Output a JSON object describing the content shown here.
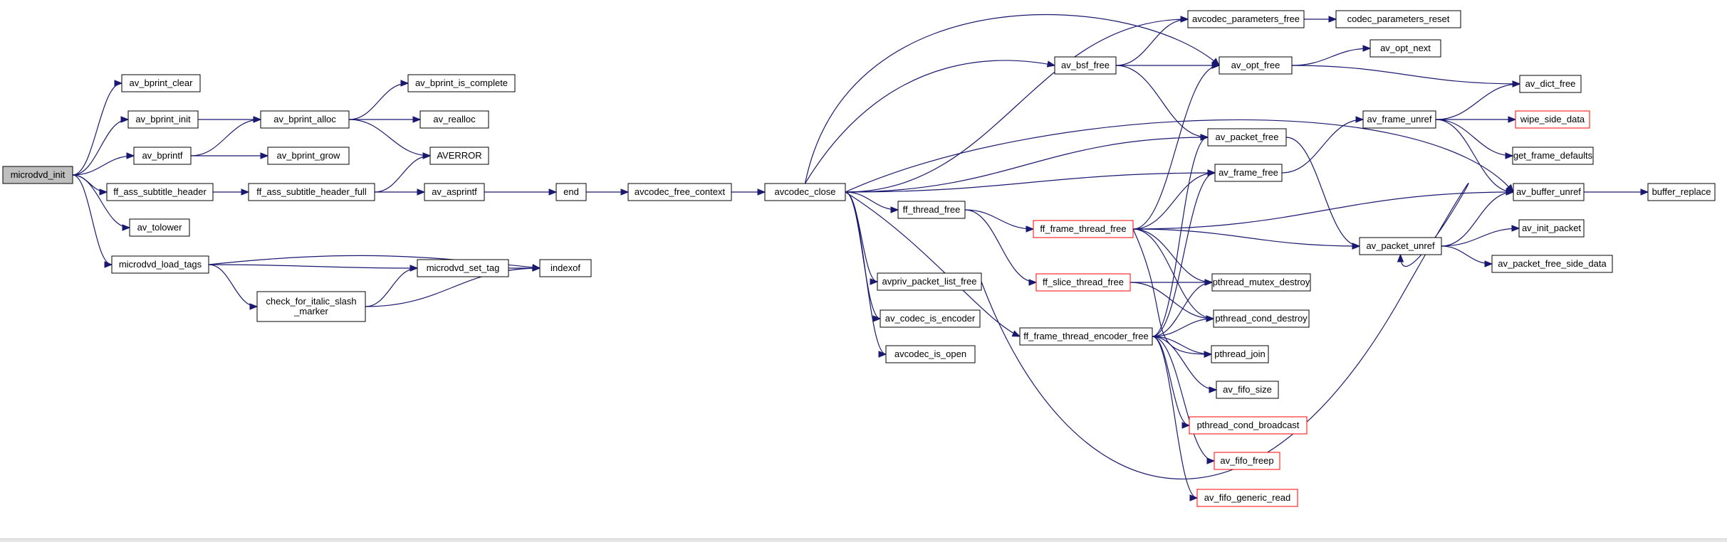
{
  "graph": {
    "colors": {
      "edge": "#191970",
      "root_fill": "#bfbfbf",
      "truncated_border": "#ff0000",
      "node_border": "#000000"
    },
    "nodes": {
      "n0": {
        "label": "microdvd_init",
        "kind": "root"
      },
      "n1": {
        "label": "av_bprint_clear"
      },
      "n2": {
        "label": "av_bprint_init"
      },
      "n3": {
        "label": "av_bprintf"
      },
      "n4": {
        "label": "ff_ass_subtitle_header"
      },
      "n5": {
        "label": "av_tolower"
      },
      "n6": {
        "label": "microdvd_load_tags"
      },
      "n7": {
        "label": "av_bprint_alloc"
      },
      "n8": {
        "label": "av_bprint_grow"
      },
      "n9": {
        "label": "ff_ass_subtitle_header_full"
      },
      "n10": {
        "label": "av_bprint_is_complete"
      },
      "n11": {
        "label": "av_realloc"
      },
      "n12": {
        "label": "AVERROR"
      },
      "n13": {
        "label": "av_asprintf"
      },
      "n14": {
        "label": "end"
      },
      "n15": {
        "label": "avcodec_free_context"
      },
      "n16": {
        "label": "avcodec_close"
      },
      "n17": {
        "label": "microdvd_set_tag"
      },
      "n18": {
        "label": "indexof"
      },
      "n19": {
        "label": "check_for_italic_slash\n_marker"
      },
      "n20": {
        "label": "av_bsf_free"
      },
      "n21": {
        "label": "ff_thread_free"
      },
      "n22": {
        "label": "avpriv_packet_list_free"
      },
      "n23": {
        "label": "av_codec_is_encoder"
      },
      "n24": {
        "label": "avcodec_is_open"
      },
      "n25": {
        "label": "avcodec_parameters_free"
      },
      "n26": {
        "label": "codec_parameters_reset"
      },
      "n27": {
        "label": "av_opt_free"
      },
      "n28": {
        "label": "av_opt_next"
      },
      "n29": {
        "label": "av_packet_free"
      },
      "n30": {
        "label": "av_frame_free"
      },
      "n31": {
        "label": "ff_frame_thread_free",
        "kind": "truncated"
      },
      "n32": {
        "label": "ff_slice_thread_free",
        "kind": "truncated"
      },
      "n33": {
        "label": "ff_frame_thread_encoder_free"
      },
      "n34": {
        "label": "av_dict_free"
      },
      "n35": {
        "label": "av_frame_unref"
      },
      "n36": {
        "label": "wipe_side_data",
        "kind": "truncated"
      },
      "n37": {
        "label": "get_frame_defaults"
      },
      "n38": {
        "label": "av_buffer_unref"
      },
      "n39": {
        "label": "buffer_replace"
      },
      "n40": {
        "label": "av_packet_unref"
      },
      "n41": {
        "label": "av_init_packet"
      },
      "n42": {
        "label": "av_packet_free_side_data"
      },
      "n43": {
        "label": "pthread_mutex_destroy"
      },
      "n44": {
        "label": "pthread_cond_destroy"
      },
      "n45": {
        "label": "pthread_join"
      },
      "n46": {
        "label": "av_fifo_size"
      },
      "n47": {
        "label": "pthread_cond_broadcast",
        "kind": "truncated"
      },
      "n48": {
        "label": "av_fifo_freep",
        "kind": "truncated"
      },
      "n49": {
        "label": "av_fifo_generic_read",
        "kind": "truncated"
      }
    },
    "edges": [
      [
        "n0",
        "n1"
      ],
      [
        "n0",
        "n2"
      ],
      [
        "n0",
        "n3"
      ],
      [
        "n0",
        "n4"
      ],
      [
        "n0",
        "n5"
      ],
      [
        "n0",
        "n6"
      ],
      [
        "n2",
        "n7"
      ],
      [
        "n3",
        "n7"
      ],
      [
        "n3",
        "n8"
      ],
      [
        "n7",
        "n10"
      ],
      [
        "n7",
        "n11"
      ],
      [
        "n7",
        "n12"
      ],
      [
        "n4",
        "n9"
      ],
      [
        "n9",
        "n12"
      ],
      [
        "n9",
        "n13"
      ],
      [
        "n13",
        "n14"
      ],
      [
        "n14",
        "n15"
      ],
      [
        "n15",
        "n16"
      ],
      [
        "n6",
        "n17"
      ],
      [
        "n6",
        "n18"
      ],
      [
        "n6",
        "n19"
      ],
      [
        "n17",
        "n18"
      ],
      [
        "n19",
        "n17"
      ],
      [
        "n19",
        "n18"
      ],
      [
        "n16",
        "n20"
      ],
      [
        "n16",
        "n25"
      ],
      [
        "n16",
        "n27"
      ],
      [
        "n16",
        "n29"
      ],
      [
        "n16",
        "n30"
      ],
      [
        "n16",
        "n38"
      ],
      [
        "n16",
        "n21"
      ],
      [
        "n16",
        "n22"
      ],
      [
        "n16",
        "n23"
      ],
      [
        "n16",
        "n24"
      ],
      [
        "n16",
        "n33"
      ],
      [
        "n20",
        "n25"
      ],
      [
        "n20",
        "n27"
      ],
      [
        "n20",
        "n29"
      ],
      [
        "n25",
        "n26"
      ],
      [
        "n27",
        "n28"
      ],
      [
        "n27",
        "n34"
      ],
      [
        "n29",
        "n40"
      ],
      [
        "n30",
        "n35"
      ],
      [
        "n35",
        "n34"
      ],
      [
        "n35",
        "n36"
      ],
      [
        "n35",
        "n37"
      ],
      [
        "n35",
        "n38"
      ],
      [
        "n38",
        "n39"
      ],
      [
        "n40",
        "n38"
      ],
      [
        "n40",
        "n41"
      ],
      [
        "n40",
        "n42"
      ],
      [
        "n21",
        "n31"
      ],
      [
        "n21",
        "n32"
      ],
      [
        "n31",
        "n27"
      ],
      [
        "n31",
        "n30"
      ],
      [
        "n31",
        "n38"
      ],
      [
        "n31",
        "n40"
      ],
      [
        "n31",
        "n43"
      ],
      [
        "n31",
        "n44"
      ],
      [
        "n31",
        "n45"
      ],
      [
        "n32",
        "n43"
      ],
      [
        "n32",
        "n44"
      ],
      [
        "n22",
        "n40"
      ],
      [
        "n33",
        "n29"
      ],
      [
        "n33",
        "n30"
      ],
      [
        "n33",
        "n43"
      ],
      [
        "n33",
        "n44"
      ],
      [
        "n33",
        "n45"
      ],
      [
        "n33",
        "n46"
      ],
      [
        "n33",
        "n47"
      ],
      [
        "n33",
        "n48"
      ],
      [
        "n33",
        "n49"
      ]
    ]
  }
}
